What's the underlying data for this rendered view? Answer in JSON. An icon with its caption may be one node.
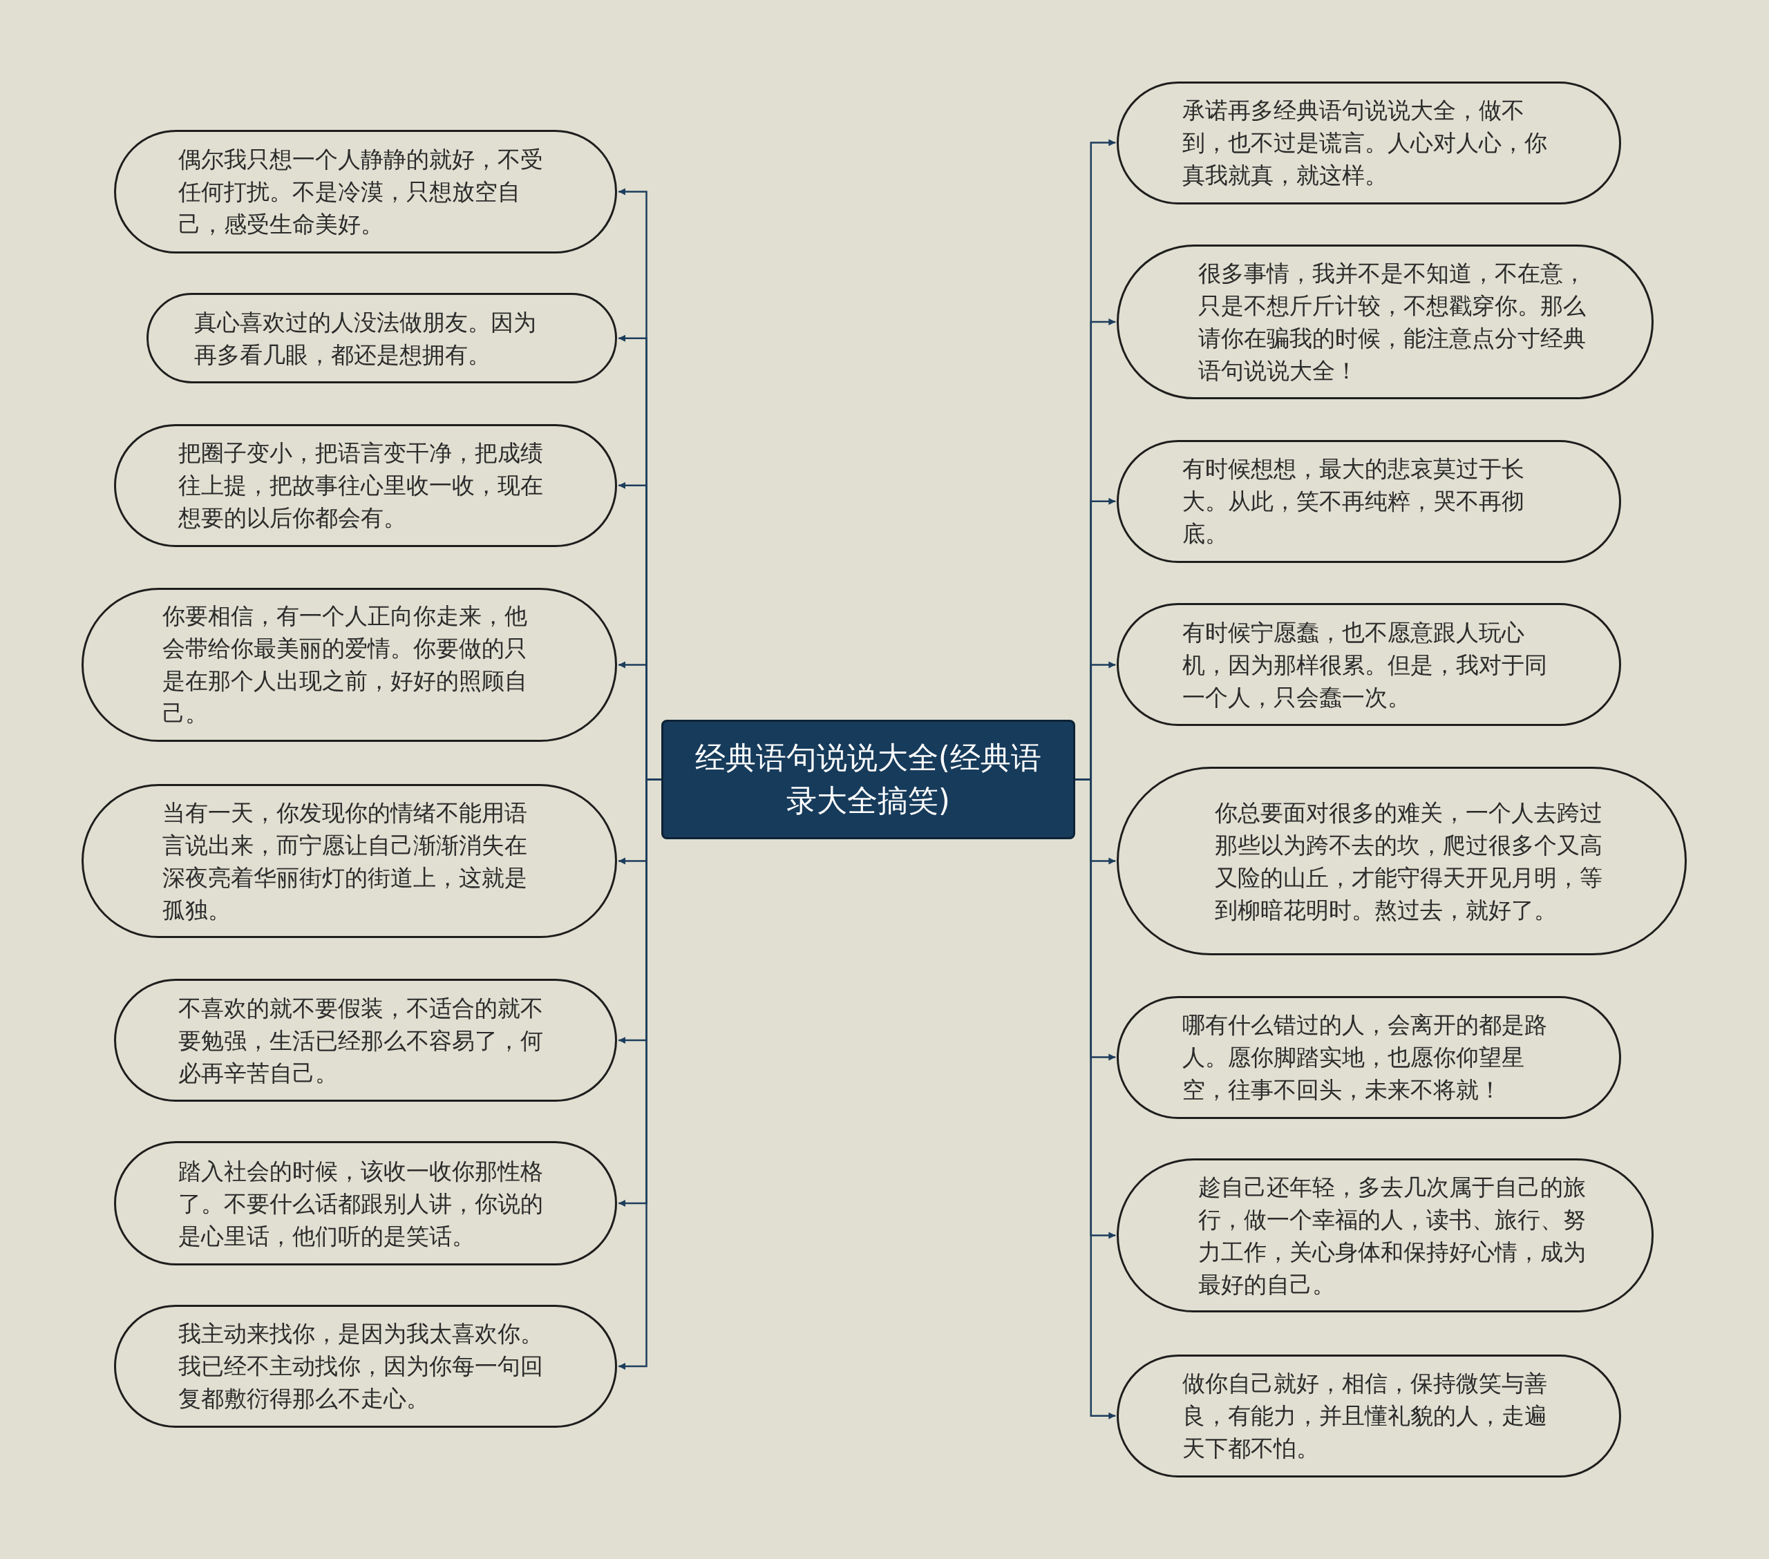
{
  "diagram": {
    "nodes": [
      {
        "text": [
          "经典语句说说大全(经典语录大全搞笑)"
        ]
      },
      {
        "text": [
          "偶尔我只想一个人静静的就好，不受任何打扰。不是冷漠，只想放空自己，感受生命美好。"
        ]
      },
      {
        "text": [
          "真心喜欢过的人没法做朋友。因为再多看几眼，都还是想拥有。"
        ]
      },
      {
        "text": [
          "把圈子变小，把语言变干净，把成绩往上提，把故事往心里收一收，现在想要的以后你都会有。"
        ]
      },
      {
        "text": [
          "你要相信，有一个人正向你走来，他会带给你最美丽的爱情。你要做的只是在那个人出现之前，好好的照顾自己。"
        ]
      },
      {
        "text": [
          "当有一天，你发现你的情绪不能用语言说出来，而宁愿让自己渐渐消失在深夜亮着华丽街灯的街道上，这就是孤独。"
        ]
      },
      {
        "text": [
          "不喜欢的就不要假装，不适合的就不要勉强，生活已经那么不容易了，何必再辛苦自己。"
        ]
      },
      {
        "text": [
          "踏入社会的时候，该收一收你那性格了。不要什么话都跟别人讲，你说的是心里话，他们听的是笑话。"
        ]
      },
      {
        "text": [
          "我主动来找你，是因为我太喜欢你。我已经不主动找你，因为你每一句回复都敷衍得那么不走心。"
        ]
      },
      {
        "text": [
          "承诺再多经典语句说说大全，做不到，也不过是谎言。人心对人心，你真我就真，就这样。"
        ]
      },
      {
        "text": [
          "很多事情，我并不是不知道，不在意，只是不想斤斤计较，不想戳穿你。那么请你在骗我的时候，能注意点分寸经典语句说说大全！"
        ]
      },
      {
        "text": [
          "有时候想想，最大的悲哀莫过于长大。从此，笑不再纯粹，哭不再彻底。"
        ]
      },
      {
        "text": [
          "有时候宁愿蠢，也不愿意跟人玩心机，因为那样很累。但是，我对于同一个人，只会蠢一次。"
        ]
      },
      {
        "text": [
          "你总要面对很多的难关，一个人去跨过那些以为跨不去的坎，爬过很多个又高又险的山丘，才能守得天开见月明，等到柳暗花明时。熬过去，就好了。"
        ]
      },
      {
        "text": [
          "哪有什么错过的人，会离开的都是路人。愿你脚踏实地，也愿你仰望星空，往事不回头，未来不将就！"
        ]
      },
      {
        "text": [
          "趁自己还年轻，多去几次属于自己的旅行，做一个幸福的人，读书、旅行、努力工作，关心身体和保持好心情，成为最好的自己。"
        ]
      },
      {
        "text": [
          "做你自己就好，相信，保持微笑与善良，有能力，并且懂礼貌的人，走遍天下都不怕。"
        ]
      }
    ],
    "edges": [
      {
        "from": 0,
        "to": 1,
        "arrow": "to"
      },
      {
        "from": 0,
        "to": 2,
        "arrow": "to"
      },
      {
        "from": 0,
        "to": 3,
        "arrow": "to"
      },
      {
        "from": 0,
        "to": 4,
        "arrow": "to"
      },
      {
        "from": 0,
        "to": 5,
        "arrow": "to"
      },
      {
        "from": 0,
        "to": 6,
        "arrow": "to"
      },
      {
        "from": 0,
        "to": 7,
        "arrow": "to"
      },
      {
        "from": 0,
        "to": 8,
        "arrow": "to"
      },
      {
        "from": 0,
        "to": 9,
        "arrow": "to"
      },
      {
        "from": 0,
        "to": 10,
        "arrow": "to"
      },
      {
        "from": 0,
        "to": 11,
        "arrow": "to"
      },
      {
        "from": 0,
        "to": 12,
        "arrow": "to"
      },
      {
        "from": 0,
        "to": 13,
        "arrow": "to"
      },
      {
        "from": 0,
        "to": 14,
        "arrow": "to"
      },
      {
        "from": 0,
        "to": 15,
        "arrow": "to"
      },
      {
        "from": 0,
        "to": 16,
        "arrow": "to"
      }
    ]
  }
}
